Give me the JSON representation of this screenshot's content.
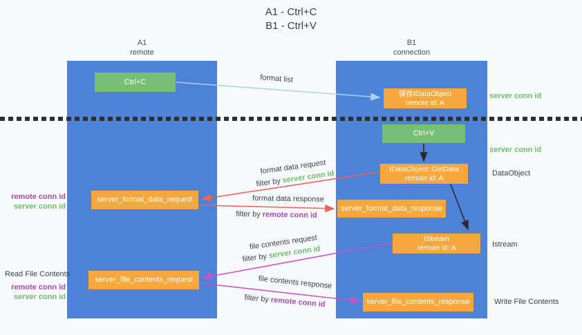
{
  "title": {
    "line1": "A1 - Ctrl+C",
    "line2": "B1 - Ctrl+V"
  },
  "lifelines": {
    "left": {
      "name": "A1",
      "role": "remote"
    },
    "right": {
      "name": "B1",
      "role": "connection"
    }
  },
  "nodes": {
    "ctrl_c": {
      "label": "Ctrl+C"
    },
    "ctrl_v": {
      "label": "Ctrl+V"
    },
    "save_idataobject": {
      "line1": "保存IDataObject",
      "line2": "remote id: A"
    },
    "idataobject_getdata": {
      "line1": "IDataObject::GetData",
      "line2": "remote id: A"
    },
    "istream": {
      "line1": "IStream",
      "line2": "remote id: A"
    },
    "server_format_data_request": {
      "label": "server_format_data_request"
    },
    "server_format_data_response": {
      "label": "server_format_data_response"
    },
    "server_file_contents_request": {
      "label": "server_file_contents_request"
    },
    "server_file_contents_response": {
      "label": "server_file_contents_response"
    }
  },
  "flows": {
    "format_list": {
      "label": "format list"
    },
    "format_data_request": {
      "label": "format data request",
      "filter_prefix": "filter by ",
      "filter_key": "server conn id"
    },
    "format_data_response": {
      "label": "format data response",
      "filter_prefix": "filter by ",
      "filter_key": "remote conn id"
    },
    "file_contents_request": {
      "label": "file contents request",
      "filter_prefix": "filter by ",
      "filter_key": "server conn id"
    },
    "file_contents_response": {
      "label": "file contents response",
      "filter_prefix": "filter by ",
      "filter_key": "remote conn id"
    }
  },
  "side_labels": {
    "server_conn_id_top": "server conn id",
    "server_conn_id_mid": "server conn id",
    "dataobject": "DataObject",
    "istream": "Istream",
    "write_file_contents": "Write File Contents",
    "read_file_contents": "Read File Contents",
    "left_top": {
      "remote": "remote conn id",
      "server": "server conn id"
    },
    "left_bottom": {
      "remote": "remote conn id",
      "server": "server conn id"
    }
  },
  "colors": {
    "lifeline_blue": "#4D82D7",
    "node_green": "#77BF75",
    "node_orange": "#F6A83F",
    "arrow_light_blue": "#A8D2F0",
    "arrow_black": "#2B2B2B",
    "arrow_salmon": "#F0625A",
    "arrow_magenta": "#C455C8",
    "text_green": "#6CBE6A",
    "text_purple": "#A54BB4",
    "text_dark": "#3F4245"
  }
}
